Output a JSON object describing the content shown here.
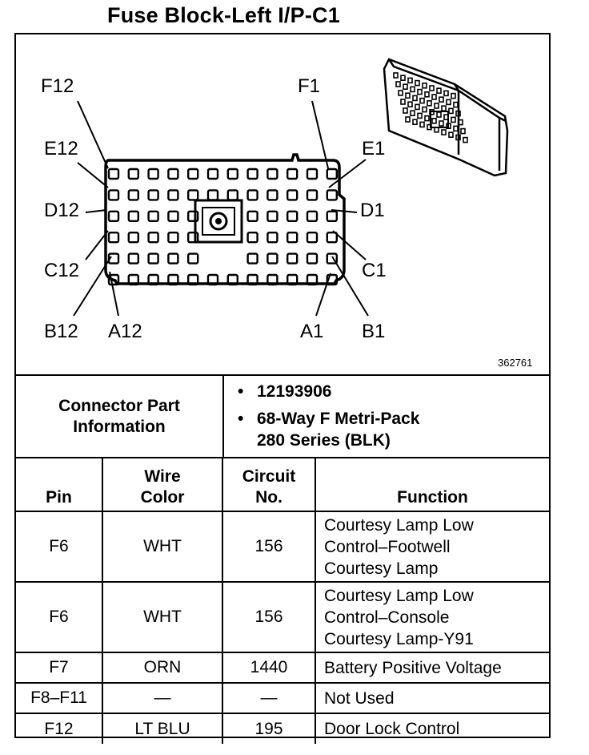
{
  "title": "Fuse Block-Left I/P-C1",
  "diagram": {
    "figure_id": "362761",
    "pin_labels": {
      "f12": "F12",
      "f1": "F1",
      "e12": "E12",
      "e1": "E1",
      "d12": "D12",
      "d1": "D1",
      "c12": "C12",
      "c1": "C1",
      "b12": "B12",
      "a12": "A12",
      "a1": "A1",
      "b1": "B1"
    }
  },
  "connector_info": {
    "label_line1": "Connector Part",
    "label_line2": "Information",
    "part_number": "12193906",
    "description_line1": "68-Way F Metri-Pack",
    "description_line2": "280 Series (BLK)"
  },
  "table": {
    "headers": {
      "pin": "Pin",
      "wire_line1": "Wire",
      "wire_line2": "Color",
      "circuit_line1": "Circuit",
      "circuit_line2": "No.",
      "function": "Function"
    },
    "rows": [
      {
        "pin": "F6",
        "wire": "WHT",
        "circuit": "156",
        "function_lines": [
          "Courtesy Lamp Low",
          "Control–Footwell",
          "Courtesy Lamp"
        ]
      },
      {
        "pin": "F6",
        "wire": "WHT",
        "circuit": "156",
        "function_lines": [
          "Courtesy Lamp Low",
          "Control–Console",
          "Courtesy Lamp-Y91"
        ]
      },
      {
        "pin": "F7",
        "wire": "ORN",
        "circuit": "1440",
        "function_lines": [
          "Battery Positive Voltage"
        ]
      },
      {
        "pin": "F8–F11",
        "wire": "—",
        "circuit": "—",
        "function_lines": [
          "Not Used"
        ]
      },
      {
        "pin": "F12",
        "wire": "LT BLU",
        "circuit": "195",
        "function_lines": [
          "Door Lock Control"
        ]
      }
    ]
  }
}
